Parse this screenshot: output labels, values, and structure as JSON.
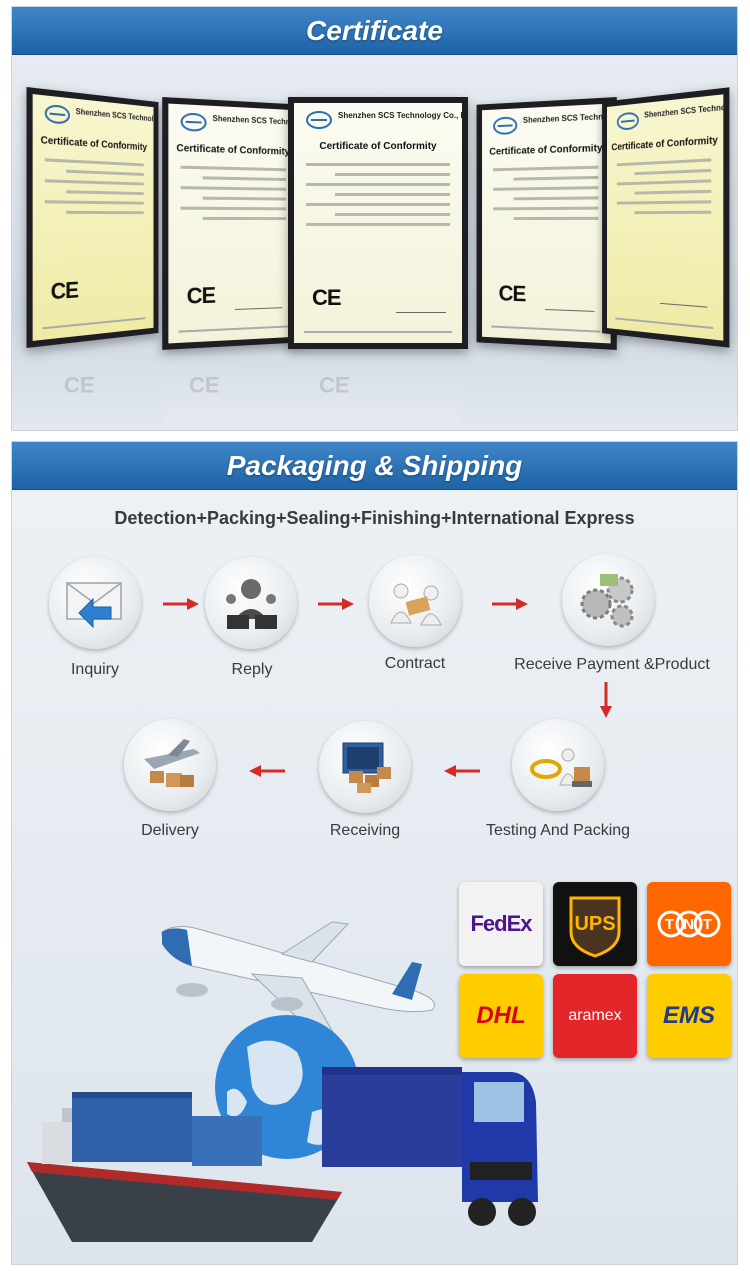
{
  "certificate": {
    "heading": "Certificate",
    "documents": [
      {
        "issuer": "Shenzhen SCS Technology Co., LTD.",
        "title": "Certificate of Conformity",
        "mark": "CE"
      },
      {
        "issuer": "Shenzhen SCS Technology Co., LTD.",
        "title": "Certificate of Conformity",
        "mark": "CE"
      },
      {
        "issuer": "Shenzhen SCS Technology Co., LTD.",
        "title": "Certificate of Conformity",
        "mark": "CE"
      },
      {
        "issuer": "Shenzhen SCS Technology Co., LTD.",
        "title": "Certificate of Conformity",
        "mark": "CE"
      },
      {
        "issuer": "Shenzhen SCS Technology Co., LTD.",
        "title": "Certificate of Conformity",
        "mark": ""
      }
    ]
  },
  "packaging": {
    "heading": "Packaging & Shipping",
    "subtitle": "Detection+Packing+Sealing+Finishing+International Express",
    "steps": [
      {
        "label": "Inquiry",
        "icon": "envelope-reply-icon"
      },
      {
        "label": "Reply",
        "icon": "call-center-icon"
      },
      {
        "label": "Contract",
        "icon": "handshake-contract-icon"
      },
      {
        "label": "Receive  Payment &Product",
        "icon": "gears-money-icon"
      },
      {
        "label": "Testing And Packing",
        "icon": "tape-measure-boxes-icon"
      },
      {
        "label": "Receiving",
        "icon": "container-boxes-icon"
      },
      {
        "label": "Delivery",
        "icon": "airplane-boxes-icon"
      }
    ],
    "carriers": [
      {
        "name": "FedEx",
        "bg": "#f2f2f2",
        "fg": "#4d148c"
      },
      {
        "name": "UPS",
        "bg": "#111111",
        "fg": "#ffb500"
      },
      {
        "name": "TNT",
        "bg": "#ff6600",
        "fg": "#ffffff"
      },
      {
        "name": "DHL",
        "bg": "#ffcc00",
        "fg": "#d40511"
      },
      {
        "name": "aramex",
        "bg": "#e4262b",
        "fg": "#ffffff"
      },
      {
        "name": "EMS",
        "bg": "#ffcc00",
        "fg": "#1e3a8a"
      }
    ],
    "colors": {
      "accent": "#d32a2a",
      "header": "#2b73b8"
    }
  }
}
